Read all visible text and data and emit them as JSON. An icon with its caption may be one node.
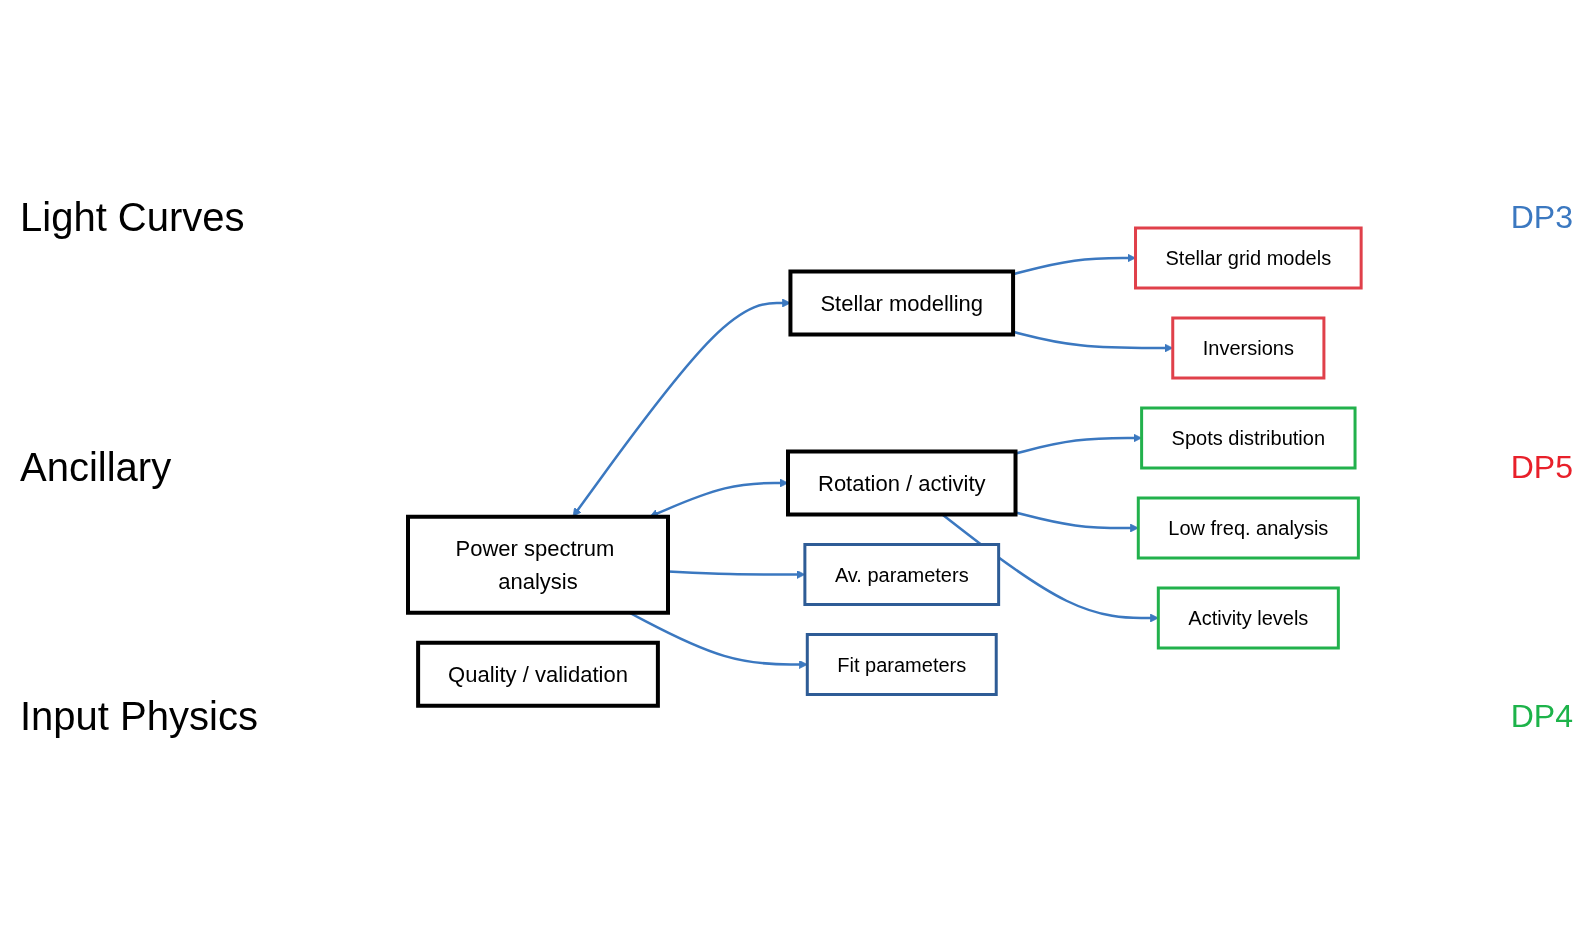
{
  "diagram": {
    "nodes": [
      {
        "text": [
          "Power spectrum analysis"
        ]
      },
      {
        "text": [
          "Stellar modelling"
        ]
      },
      {
        "text": [
          "Rotation / activity"
        ]
      },
      {
        "text": [
          "Quality / validation"
        ]
      },
      {
        "text": [
          "Av. parameters"
        ]
      },
      {
        "text": [
          "Fit parameters"
        ]
      },
      {
        "text": [
          "Stellar grid models"
        ]
      },
      {
        "text": [
          "Inversions"
        ]
      },
      {
        "text": [
          "Spots distribution"
        ]
      },
      {
        "text": [
          "Low freq. analysis"
        ]
      },
      {
        "text": [
          "Activity levels"
        ]
      }
    ],
    "edges": [
      {
        "from": 0,
        "to": 1,
        "arrow": "both"
      },
      {
        "from": 0,
        "to": 2,
        "arrow": "both"
      },
      {
        "from": 0,
        "to": 4,
        "arrow": "to"
      },
      {
        "from": 0,
        "to": 5,
        "arrow": "to"
      },
      {
        "from": 1,
        "to": 6,
        "arrow": "to"
      },
      {
        "from": 1,
        "to": 7,
        "arrow": "to"
      },
      {
        "from": 2,
        "to": 8,
        "arrow": "to"
      },
      {
        "from": 2,
        "to": 9,
        "arrow": "to"
      },
      {
        "from": 2,
        "to": 10,
        "arrow": "to"
      }
    ],
    "labels": [
      "Light Curves",
      "Ancillary",
      "Input Physics",
      "DP3",
      "DP5",
      "DP4"
    ]
  }
}
